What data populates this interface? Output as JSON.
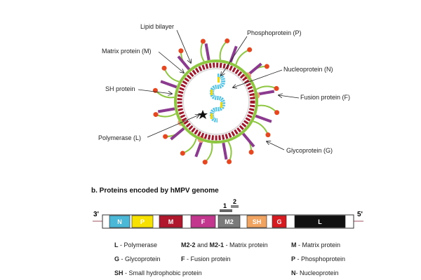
{
  "virion": {
    "labels": {
      "lipid_bilayer": "Lipid bilayer",
      "matrix": "Matrix protein (M)",
      "sh": "SH protein",
      "polymerase": "Polymerase (L)",
      "phospho": "Phosphoprotein (P)",
      "nucleo": "Nucleoprotein (N)",
      "fusion": "Fusion protein (F)",
      "glyco": "Glycoprotein (G)"
    },
    "colors": {
      "envelope": "#8dc63f",
      "matrix": "#a0162b",
      "glyco": "#e8461e",
      "fusion": "#8b3a8f",
      "sh": "#f2a07b",
      "nucleocapsid": "#4fc3e8",
      "phospho": "#f5d800"
    }
  },
  "genome": {
    "title": "b. Proteins encoded by hMPV genome",
    "end_left": "3'",
    "end_right": "5'",
    "marker_1": "1",
    "marker_2": "2",
    "genes": [
      {
        "label": "N",
        "color": "#4bb8d8"
      },
      {
        "label": "P",
        "color": "#f6e100"
      },
      {
        "label": "M",
        "color": "#b0162c"
      },
      {
        "label": "F",
        "color": "#c4378e"
      },
      {
        "label": "M2",
        "color": "#7a7a7a"
      },
      {
        "label": "SH",
        "color": "#f1a460"
      },
      {
        "label": "G",
        "color": "#d71920"
      },
      {
        "label": "L",
        "color": "#111111"
      }
    ]
  },
  "legend": [
    {
      "abbr": "L",
      "text": " - Polymerase"
    },
    {
      "abbr": "M2-2",
      "mid": " and ",
      "abbr2": "M2-1",
      "text": " - Matrix protein"
    },
    {
      "abbr": "M",
      "text": " - Matrix protein"
    },
    {
      "abbr": "G",
      "text": " - Glycoprotein"
    },
    {
      "abbr": "F",
      "text": " - Fusion protein"
    },
    {
      "abbr": "P",
      "text": " - Phosphoprotein"
    },
    {
      "abbr": "SH",
      "text": " - Small hydrophobic protein"
    },
    {
      "abbr": "N",
      "text": "- Nucleoprotein"
    }
  ]
}
